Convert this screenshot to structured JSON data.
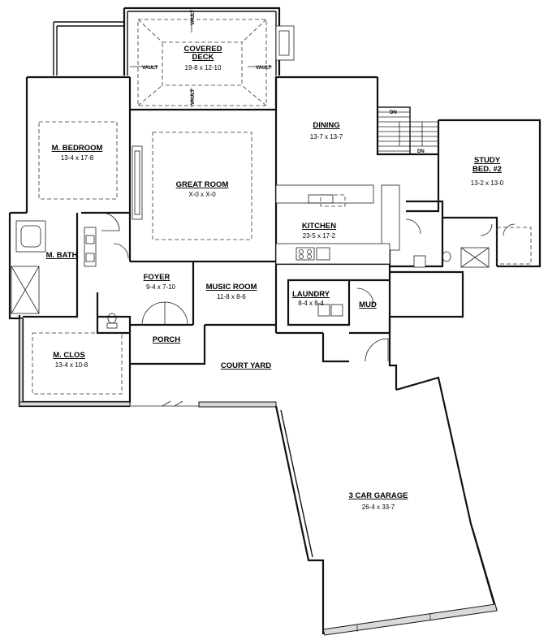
{
  "rooms": {
    "covered_deck": {
      "name": "COVERED",
      "name2": "DECK",
      "size": "19-8 x 12-10"
    },
    "m_bedroom": {
      "name": "M. BEDROOM",
      "size": "13-4 x 17-8"
    },
    "great_room": {
      "name": "GREAT ROOM",
      "size": "X-0 x X-0"
    },
    "dining": {
      "name": "DINING",
      "size": "13-7 x 13-7"
    },
    "study": {
      "name": "STUDY",
      "name2": "BED. #2",
      "size": "13-2 x 13-0"
    },
    "kitchen": {
      "name": "KITCHEN",
      "size": "23-5 x 17-2"
    },
    "m_bath": {
      "name": "M. BATH"
    },
    "foyer": {
      "name": "FOYER",
      "size": "9-4 x 7-10"
    },
    "music_room": {
      "name": "MUSIC ROOM",
      "size": "11-8 x 8-6"
    },
    "laundry": {
      "name": "LAUNDRY",
      "size": "8-4 x 8-4"
    },
    "mud": {
      "name": "MUD"
    },
    "m_clos": {
      "name": "M. CLOS",
      "size": "13-4 x 10-8"
    },
    "porch": {
      "name": "PORCH"
    },
    "court_yard": {
      "name": "COURT YARD"
    },
    "garage": {
      "name": "3 CAR GARAGE",
      "size": "26-4 x 33-7"
    }
  },
  "annotations": {
    "vault": "VAULT",
    "stair_down": "DN"
  }
}
